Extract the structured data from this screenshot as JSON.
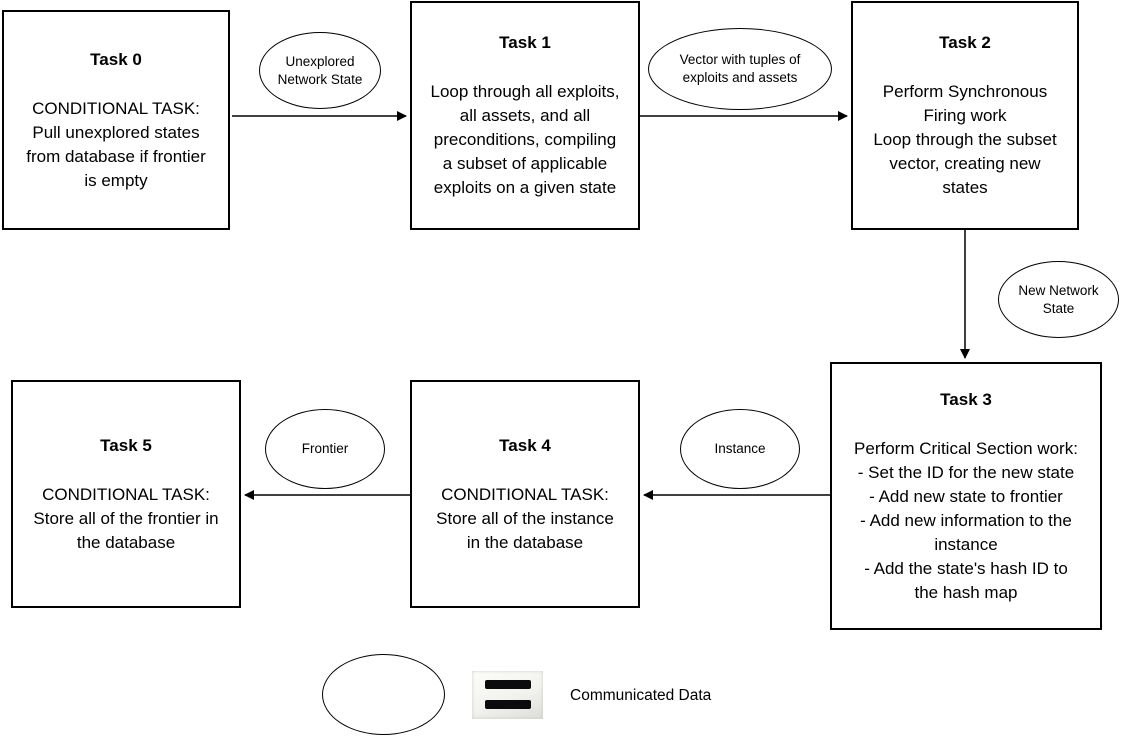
{
  "diagram": {
    "tasks": [
      {
        "title": "Task 0",
        "body": "CONDITIONAL TASK:\nPull unexplored states\nfrom database if frontier\nis empty"
      },
      {
        "title": "Task 1",
        "body": "Loop through all exploits,\nall assets, and all\npreconditions, compiling\na subset of applicable\nexploits on a given state"
      },
      {
        "title": "Task 2",
        "body": "Perform Synchronous\nFiring work\nLoop through the subset\nvector, creating new\nstates"
      },
      {
        "title": "Task 3",
        "body": "Perform Critical Section work:\n- Set the ID for the new state\n- Add new state to frontier\n- Add new information to the\ninstance\n- Add the state's hash ID to\nthe hash map"
      },
      {
        "title": "Task 4",
        "body": "CONDITIONAL TASK:\nStore all of the instance\nin the database"
      },
      {
        "title": "Task 5",
        "body": "CONDITIONAL TASK:\nStore all of the frontier in\nthe database"
      }
    ],
    "connector_labels": [
      {
        "label": "Unexplored\nNetwork State",
        "from": "Task 0",
        "to": "Task 1"
      },
      {
        "label": "Vector with tuples of\nexploits and assets",
        "from": "Task 1",
        "to": "Task 2"
      },
      {
        "label": "New Network\nState",
        "from": "Task 2",
        "to": "Task 3"
      },
      {
        "label": "Instance",
        "from": "Task 3",
        "to": "Task 4"
      },
      {
        "label": "Frontier",
        "from": "Task 4",
        "to": "Task 5"
      }
    ],
    "legend": {
      "label": "Communicated Data"
    },
    "colors": {
      "stroke": "#000000",
      "background": "#ffffff",
      "equals_bar": "#0b0b0d"
    }
  }
}
